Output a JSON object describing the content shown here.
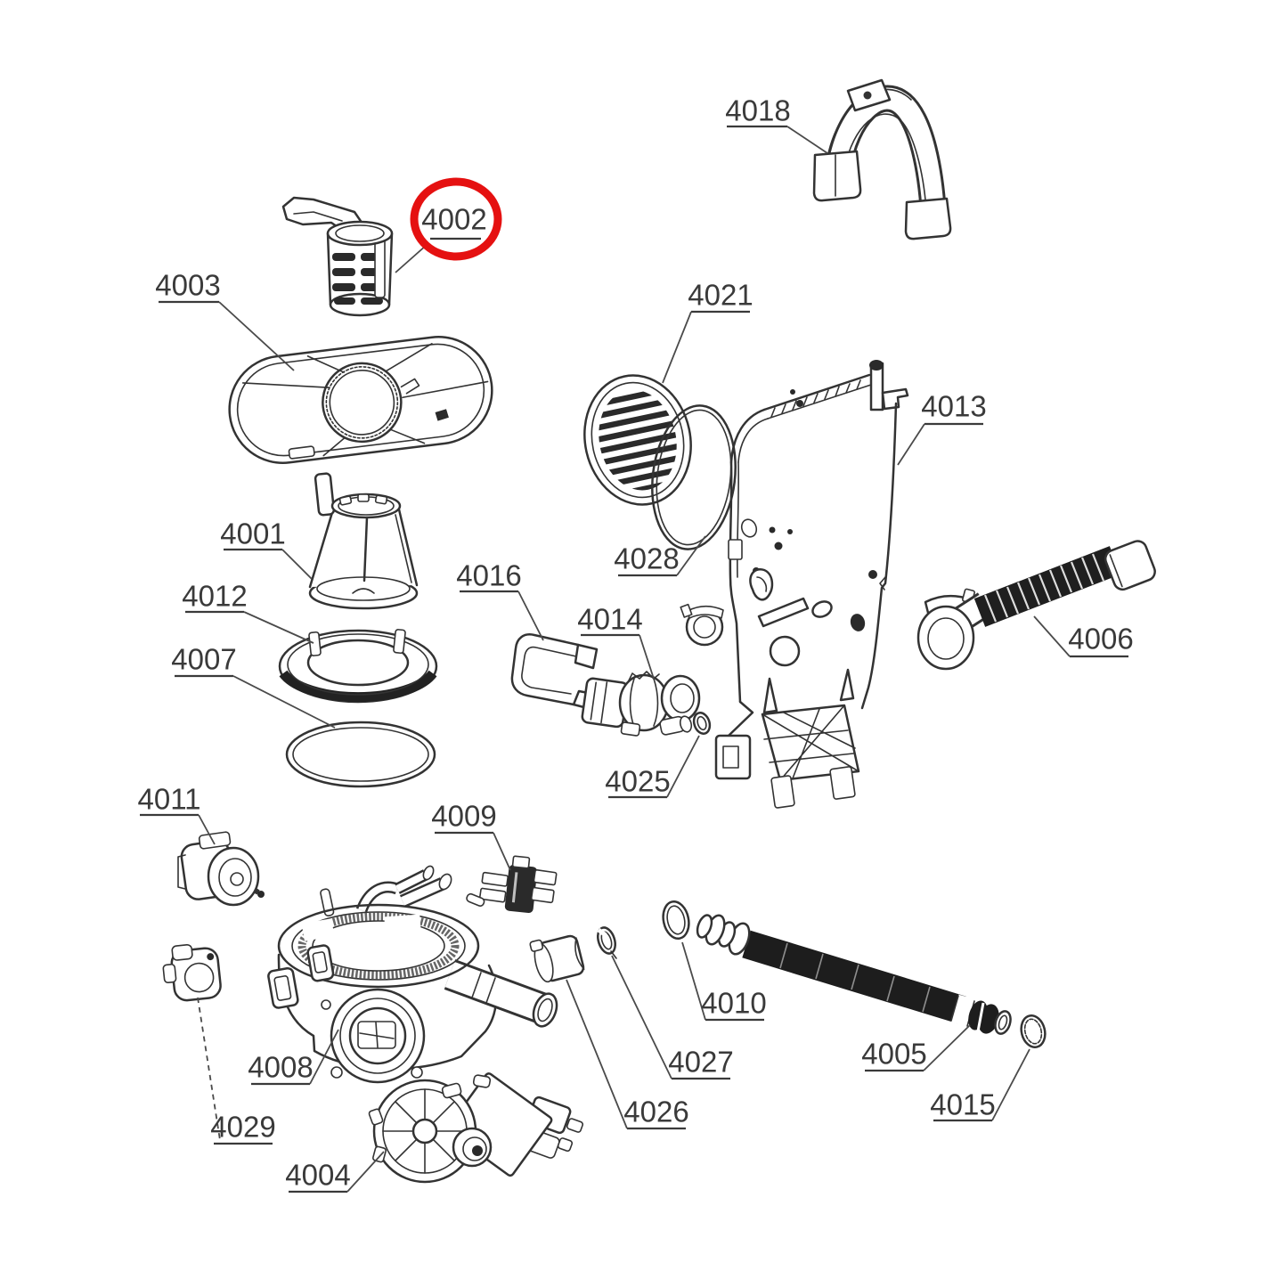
{
  "diagram": {
    "type": "exploded-parts-diagram",
    "background": "#ffffff",
    "line_color": "#333333"
  },
  "highlight": {
    "part": "4002",
    "color": "#e51111",
    "shape": "circle-outline"
  },
  "labels": {
    "p4018": "4018",
    "p4002": "4002",
    "p4003": "4003",
    "p4021": "4021",
    "p4013": "4013",
    "p4001": "4001",
    "p4016": "4016",
    "p4014": "4014",
    "p4028": "4028",
    "p4006": "4006",
    "p4012": "4012",
    "p4007": "4007",
    "p4025": "4025",
    "p4011": "4011",
    "p4009": "4009",
    "p4010": "4010",
    "p4027": "4027",
    "p4005": "4005",
    "p4015": "4015",
    "p4008": "4008",
    "p4029": "4029",
    "p4026": "4026",
    "p4004": "4004"
  }
}
